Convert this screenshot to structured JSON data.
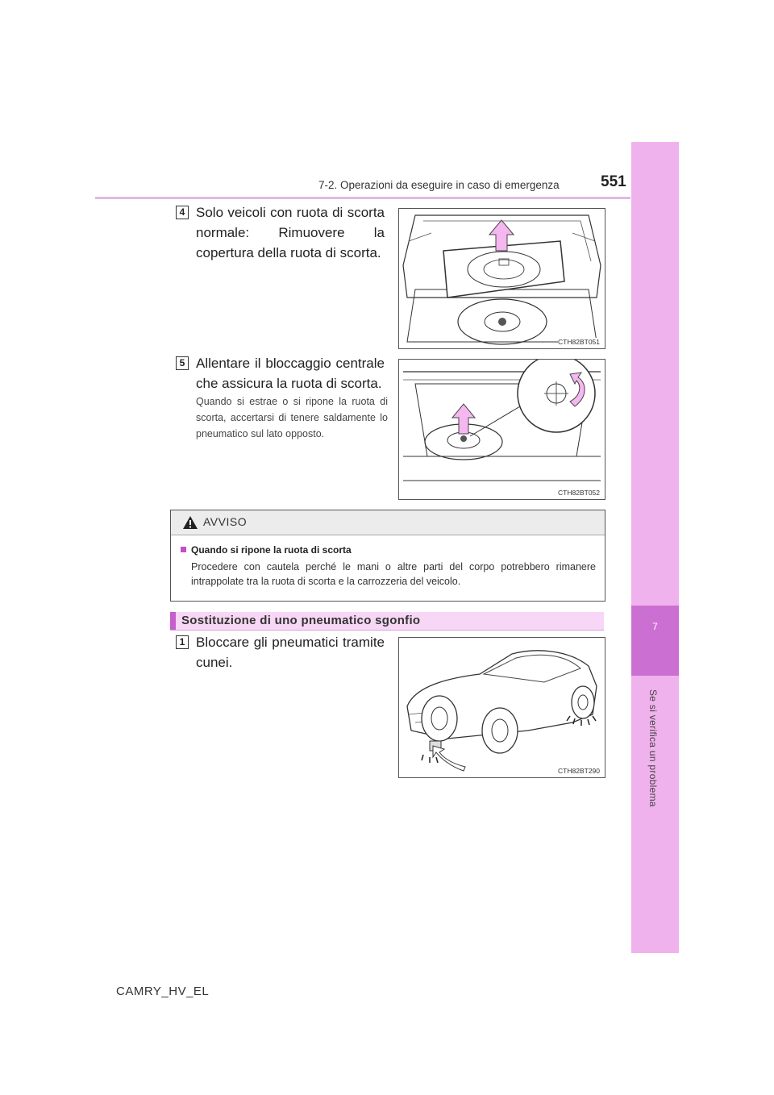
{
  "header": {
    "title": "7-2. Operazioni da eseguire in caso di emergenza",
    "page_number": "551"
  },
  "side_tab": {
    "chapter": "7",
    "label": "Se si verifica un problema"
  },
  "steps": [
    {
      "badge": "4",
      "text": "Solo veicoli con ruota di scorta normale: Rimuovere la copertura della ruota di scorta.",
      "figure_code": "CTH82BT051"
    },
    {
      "badge": "5",
      "text": "Allentare il bloccaggio centrale che assicura la ruota di scorta.",
      "note": "Quando si estrae o si ripone la ruota di scorta, accertarsi di tenere saldamente lo pneumatico sul lato opposto.",
      "figure_code": "CTH82BT052"
    },
    {
      "badge": "1",
      "text": "Bloccare gli pneumatici tramite cunei.",
      "figure_code": "CTH82BT290"
    }
  ],
  "warning": {
    "title": "AVVISO",
    "heading": "Quando si ripone la ruota di scorta",
    "body": "Procedere con cautela perché le mani o altre parti del corpo potrebbero rimanere intrappolate tra la ruota di scorta e la carrozzeria del veicolo."
  },
  "section": {
    "title": "Sostituzione di uno pneumatico sgonfio"
  },
  "footer": {
    "model": "CAMRY_HV_EL"
  },
  "colors": {
    "accent_pink": "#f0b2ed",
    "accent_magenta": "#cc6fd2",
    "arrow_pink": "#f5b7f0"
  }
}
